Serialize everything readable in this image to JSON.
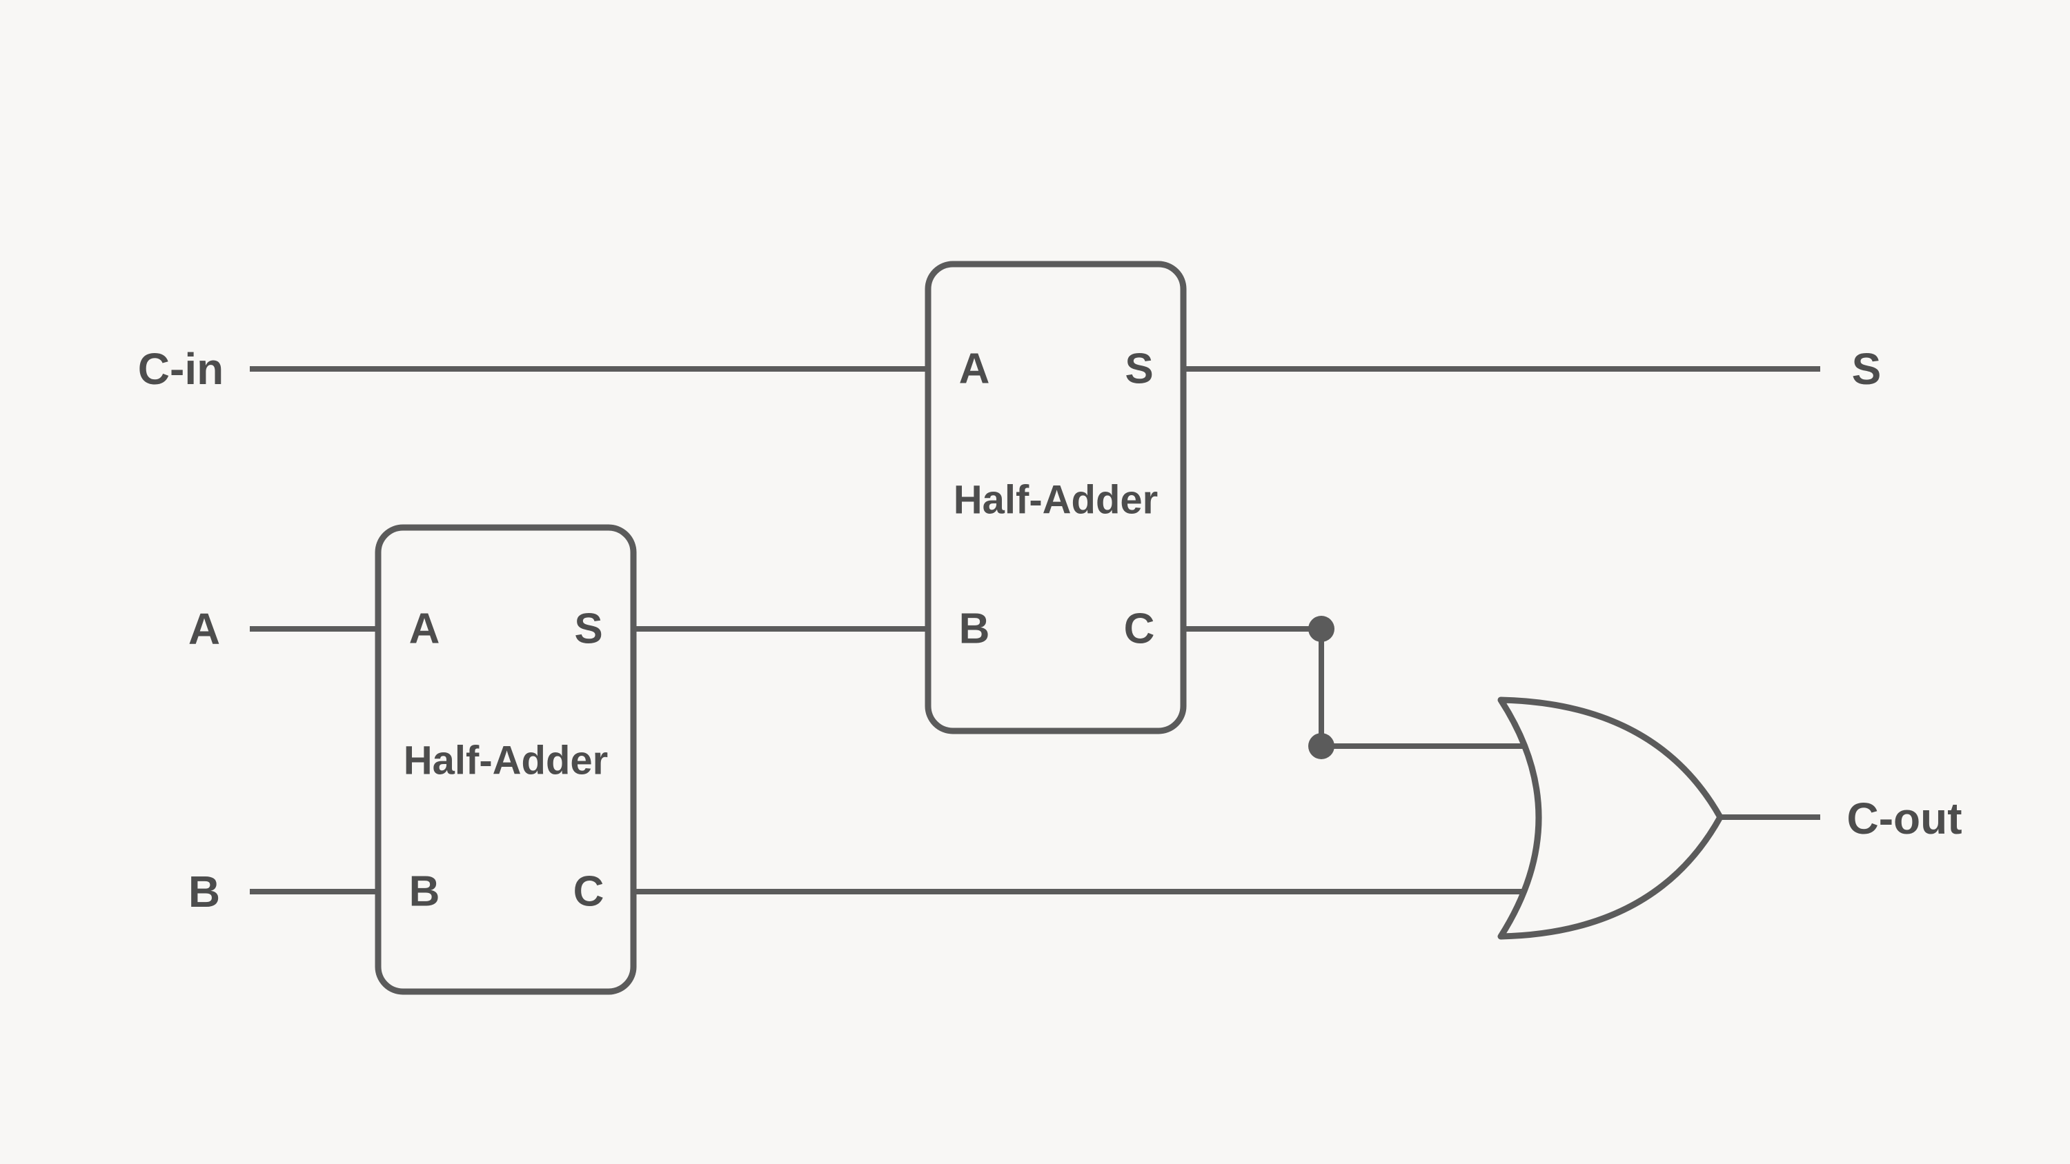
{
  "diagram": {
    "type": "full-adder-circuit",
    "colors": {
      "background": "#f8f7f5",
      "wire": "#5b5b5b",
      "text": "#4d4d4d"
    },
    "inputs": {
      "carry_in": "C-in",
      "a": "A",
      "b": "B"
    },
    "outputs": {
      "sum": "S",
      "carry_out": "C-out"
    },
    "half_adders": [
      {
        "label": "Half-Adder",
        "ports": {
          "in1": "A",
          "in2": "B",
          "sum": "S",
          "carry": "C"
        }
      },
      {
        "label": "Half-Adder",
        "ports": {
          "in1": "A",
          "in2": "B",
          "sum": "S",
          "carry": "C"
        }
      }
    ],
    "gates": [
      {
        "name": "or-gate"
      }
    ]
  }
}
